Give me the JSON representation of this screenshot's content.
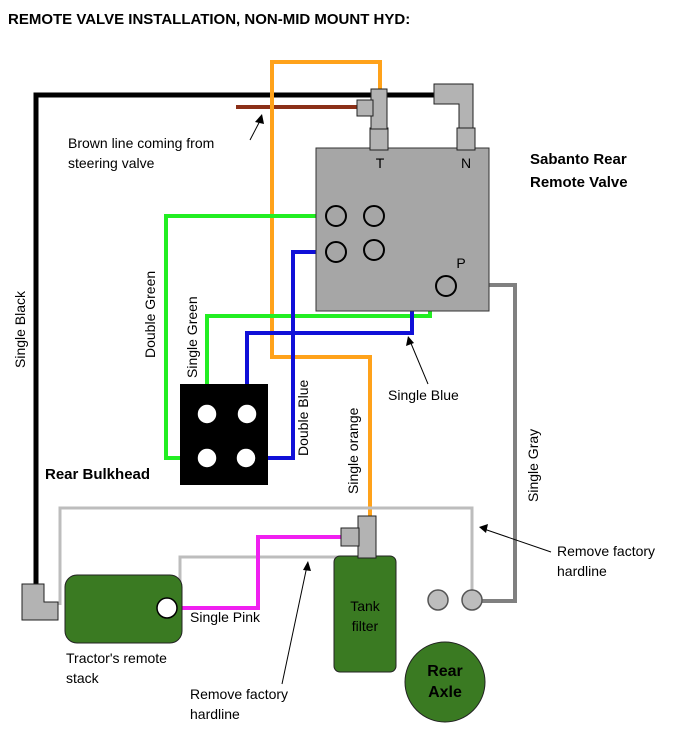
{
  "title": "REMOTE VALVE INSTALLATION, NON-MID MOUNT HYD:",
  "colors": {
    "black": "#000000",
    "brown": "#8B2F17",
    "orange": "#FFA21A",
    "green": "#22EE22",
    "blue": "#1010D8",
    "gray": "#808080",
    "light_gray": "#BDBDBD",
    "pink": "#F020F0",
    "valve_fill": "#A6A6A6",
    "tractor_green": "#3A7A22",
    "fitting_gray": "#B3B3B3"
  },
  "valve": {
    "name_line1": "Sabanto Rear",
    "name_line2": "Remote Valve",
    "port_t": "T",
    "port_n": "N",
    "port_p": "P"
  },
  "bulkhead": {
    "label": "Rear Bulkhead"
  },
  "tank_filter": {
    "line1": "Tank",
    "line2": "filter"
  },
  "rear_axle": {
    "line1": "Rear",
    "line2": "Axle"
  },
  "stack": {
    "line1": "Tractor's remote",
    "line2": "stack"
  },
  "labels": {
    "brown_line1": "Brown line coming from",
    "brown_line2": "steering valve",
    "single_black": "Single Black",
    "double_green": "Double Green",
    "single_green": "Single Green",
    "double_blue": "Double Blue",
    "single_blue": "Single Blue",
    "single_orange": "Single orange",
    "single_gray": "Single Gray",
    "single_pink": "Single Pink",
    "remove_right_line1": "Remove factory",
    "remove_right_line2": "hardline",
    "remove_bottom_line1": "Remove factory",
    "remove_bottom_line2": "hardline"
  }
}
